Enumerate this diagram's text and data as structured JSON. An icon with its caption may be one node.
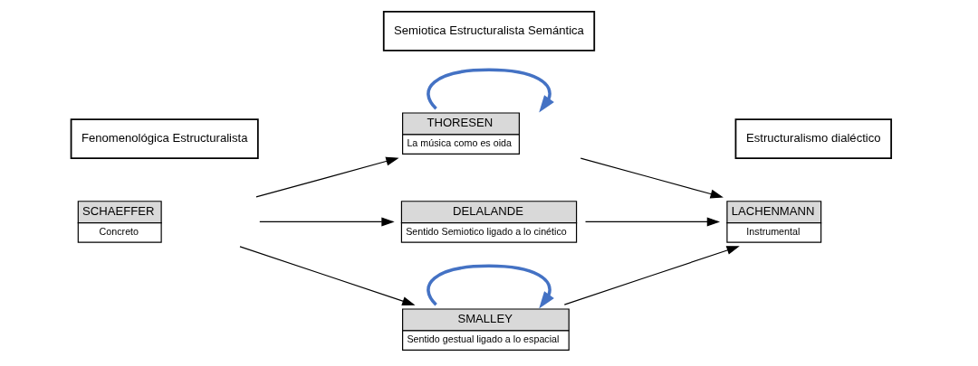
{
  "diagram": {
    "nodes": [
      {
        "text": [
          "SCHAEFFER",
          "Concreto"
        ]
      },
      {
        "text": [
          "THORESEN",
          "La música como es oida"
        ]
      },
      {
        "text": [
          "DELALANDE",
          "Sentido Semiotico ligado a lo cinético"
        ]
      },
      {
        "text": [
          "SMALLEY",
          "Sentido gestual ligado a lo espacial"
        ]
      },
      {
        "text": [
          "LACHENMANN",
          "Instrumental"
        ]
      },
      {
        "text": [
          "Fenomenológica Estructuralista"
        ]
      },
      {
        "text": [
          "Estructuralismo dialéctico"
        ]
      },
      {
        "text": [
          "Semiotica Estructuralista Semántica"
        ]
      }
    ],
    "edges": [
      {
        "from": 0,
        "to": 1,
        "arrow": "to"
      },
      {
        "from": 0,
        "to": 2,
        "arrow": "to"
      },
      {
        "from": 0,
        "to": 3,
        "arrow": "to"
      },
      {
        "from": 1,
        "to": 4,
        "arrow": "to"
      },
      {
        "from": 2,
        "to": 4,
        "arrow": "to"
      },
      {
        "from": 3,
        "to": 4,
        "arrow": "to"
      },
      {
        "from": 1,
        "to": 1,
        "arrow": "to",
        "style": "thick",
        "color": "#4472c4"
      },
      {
        "from": 3,
        "to": 3,
        "arrow": "to",
        "style": "thick",
        "color": "#4472c4"
      }
    ]
  }
}
